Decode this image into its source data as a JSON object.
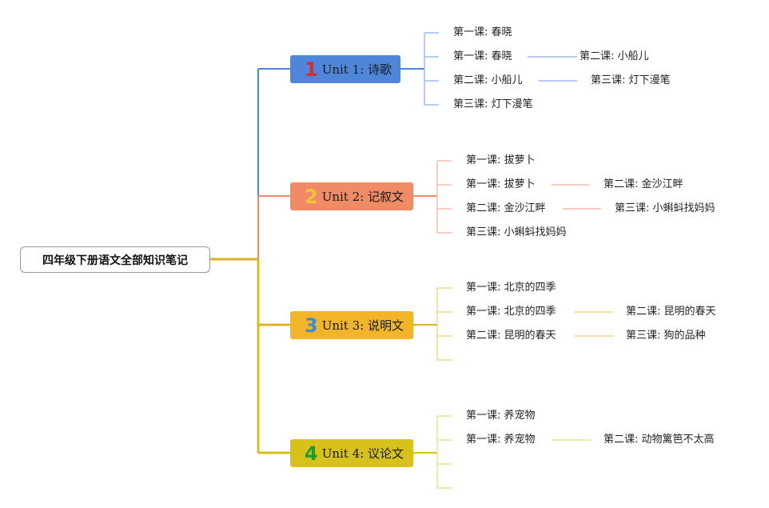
{
  "root": {
    "title": "四年级下册语文全部知识笔记"
  },
  "units": [
    {
      "number": "1",
      "label": "Unit 1: 诗歌",
      "color": "#4f86d9",
      "line_color": "#4f86d9",
      "branch_color": "#9bbcea",
      "number_color": "#d52b2b",
      "rows": [
        [
          "第一课: 春晓"
        ],
        [
          "第一课: 春晓",
          "第二课: 小船儿"
        ],
        [
          "第二课: 小船儿",
          "第三课: 灯下漫笔"
        ],
        [
          "第三课: 灯下漫笔"
        ]
      ]
    },
    {
      "number": "2",
      "label": "Unit 2: 记叙文",
      "color": "#f08b66",
      "line_color": "#ef8a6a",
      "branch_color": "#f5bba8",
      "number_color": "#f5c33b",
      "rows": [
        [
          "第一课: 拔萝卜"
        ],
        [
          "第一课: 拔萝卜",
          "第二课: 金沙江畔"
        ],
        [
          "第二课: 金沙江畔",
          "第三课: 小蝌蚪找妈妈"
        ],
        [
          "第三课: 小蝌蚪找妈妈"
        ]
      ]
    },
    {
      "number": "3",
      "label": "Unit 3: 说明文",
      "color": "#f2b428",
      "line_color": "#e0b22a",
      "branch_color": "#f0d890",
      "number_color": "#3a8bd8",
      "rows": [
        [
          "第一课: 北京的四季"
        ],
        [
          "第一课: 北京的四季",
          "第二课: 昆明的春天"
        ],
        [
          "第二课: 昆明的春天",
          "第三课: 狗的品种"
        ],
        []
      ]
    },
    {
      "number": "4",
      "label": "Unit 4: 议论文",
      "color": "#d7c21c",
      "line_color": "#d4c21c",
      "branch_color": "#ecdf96",
      "number_color": "#1f9a2c",
      "rows": [
        [
          "第一课: 养宠物"
        ],
        [
          "第一课: 养宠物",
          "第二课: 动物篱笆不太高"
        ],
        [],
        []
      ]
    }
  ]
}
